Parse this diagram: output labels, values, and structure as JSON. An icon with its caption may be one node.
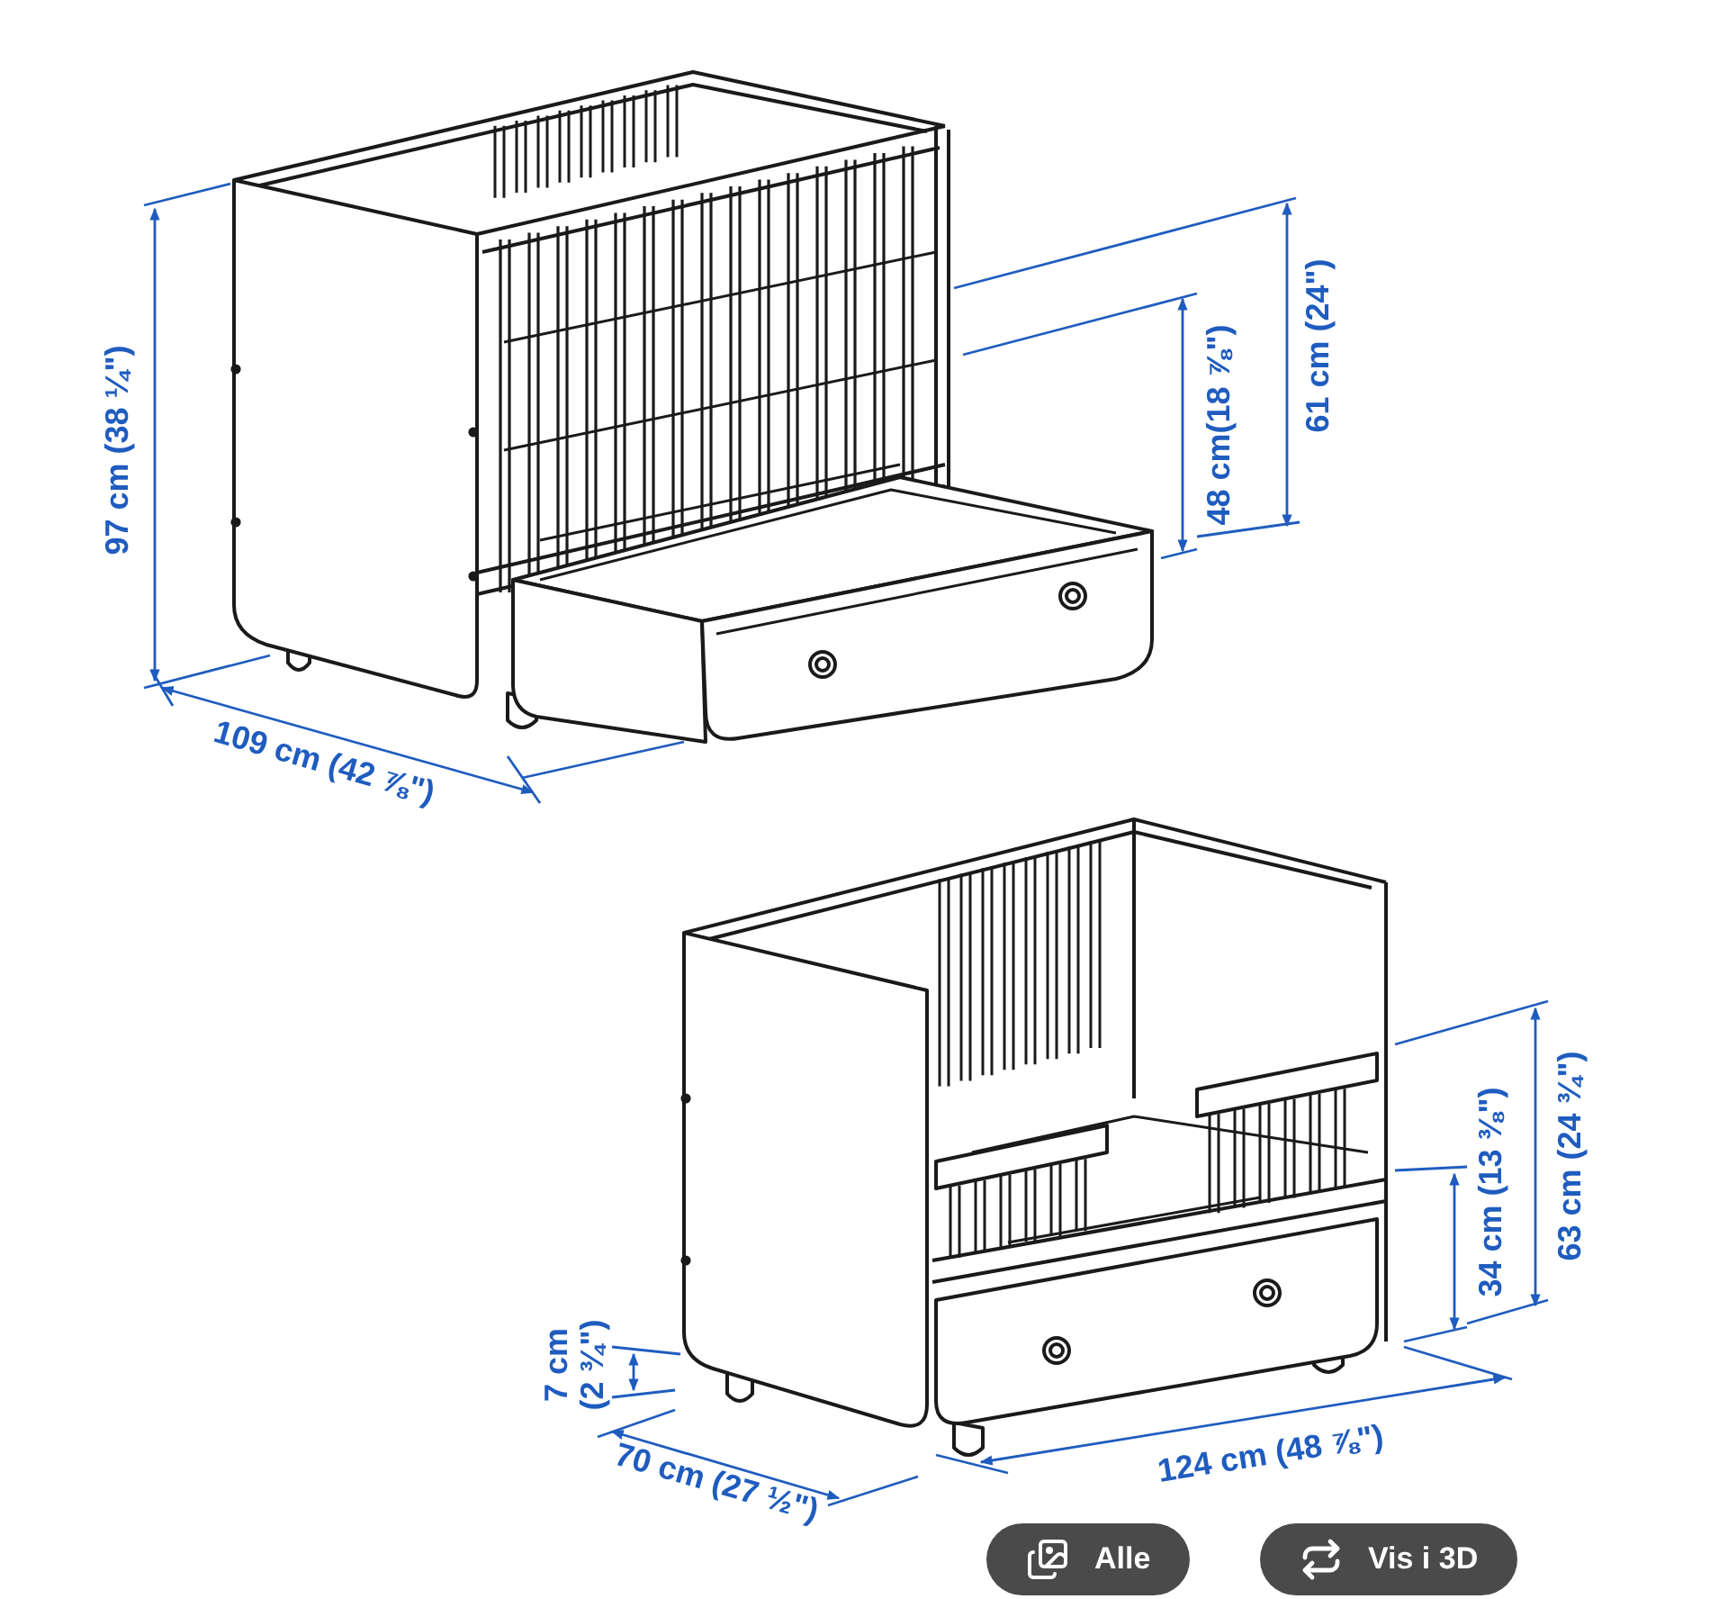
{
  "diagram": {
    "labels": [
      "97 cm (38 ¼\")",
      "109 cm (42 ⅞\")",
      "48 cm(18 ⅞\")",
      "61 cm (24\")",
      "7 cm (2 ¾\")",
      "70 cm (27 ½\")",
      "124 cm (48 ⅞\")",
      "34 cm (13 ⅜\")",
      "63 cm (24 ¾\")",
      "Alle",
      "Vis i 3D"
    ]
  }
}
